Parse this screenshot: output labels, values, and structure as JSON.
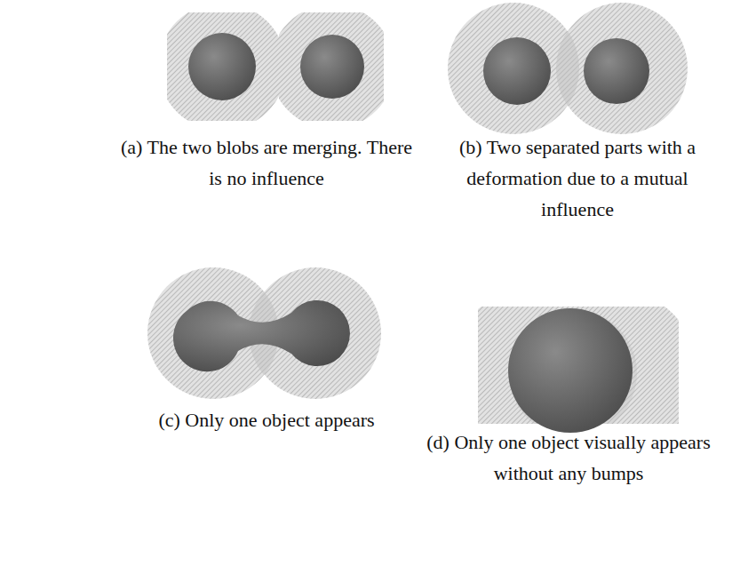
{
  "diagram": {
    "labels": [
      "(a) The two blobs are merging. There is no influence",
      "(b) Two separated parts with a deformation due to a mutual influence",
      "(c) Only one object appears",
      "(d) Only one object visually appears without any bumps"
    ]
  }
}
